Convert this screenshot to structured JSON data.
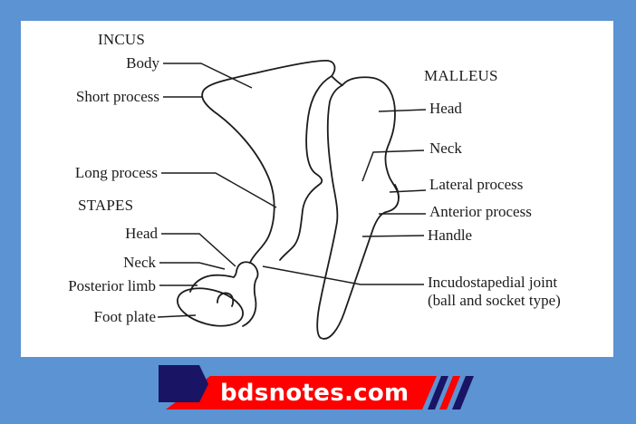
{
  "colors": {
    "background": "#5b93d3",
    "panel": "#ffffff",
    "ink": "#1c1c1c",
    "logo_navy": "#1a1464",
    "logo_red": "#ff0000",
    "logo_text": "#ffffff"
  },
  "diagram": {
    "incus": {
      "heading": "INCUS",
      "labels": [
        "Body",
        "Short process",
        "Long process"
      ]
    },
    "stapes": {
      "heading": "STAPES",
      "labels": [
        "Head",
        "Neck",
        "Posterior limb",
        "Foot plate"
      ]
    },
    "malleus": {
      "heading": "MALLEUS",
      "labels": [
        "Head",
        "Neck",
        "Lateral process",
        "Anterior process",
        "Handle"
      ]
    },
    "joint": {
      "line1": "Incudostapedial joint",
      "line2": "(ball and socket type)"
    }
  },
  "brand": {
    "text": "bdsnotes.com",
    "icon": "stripes-icon"
  }
}
